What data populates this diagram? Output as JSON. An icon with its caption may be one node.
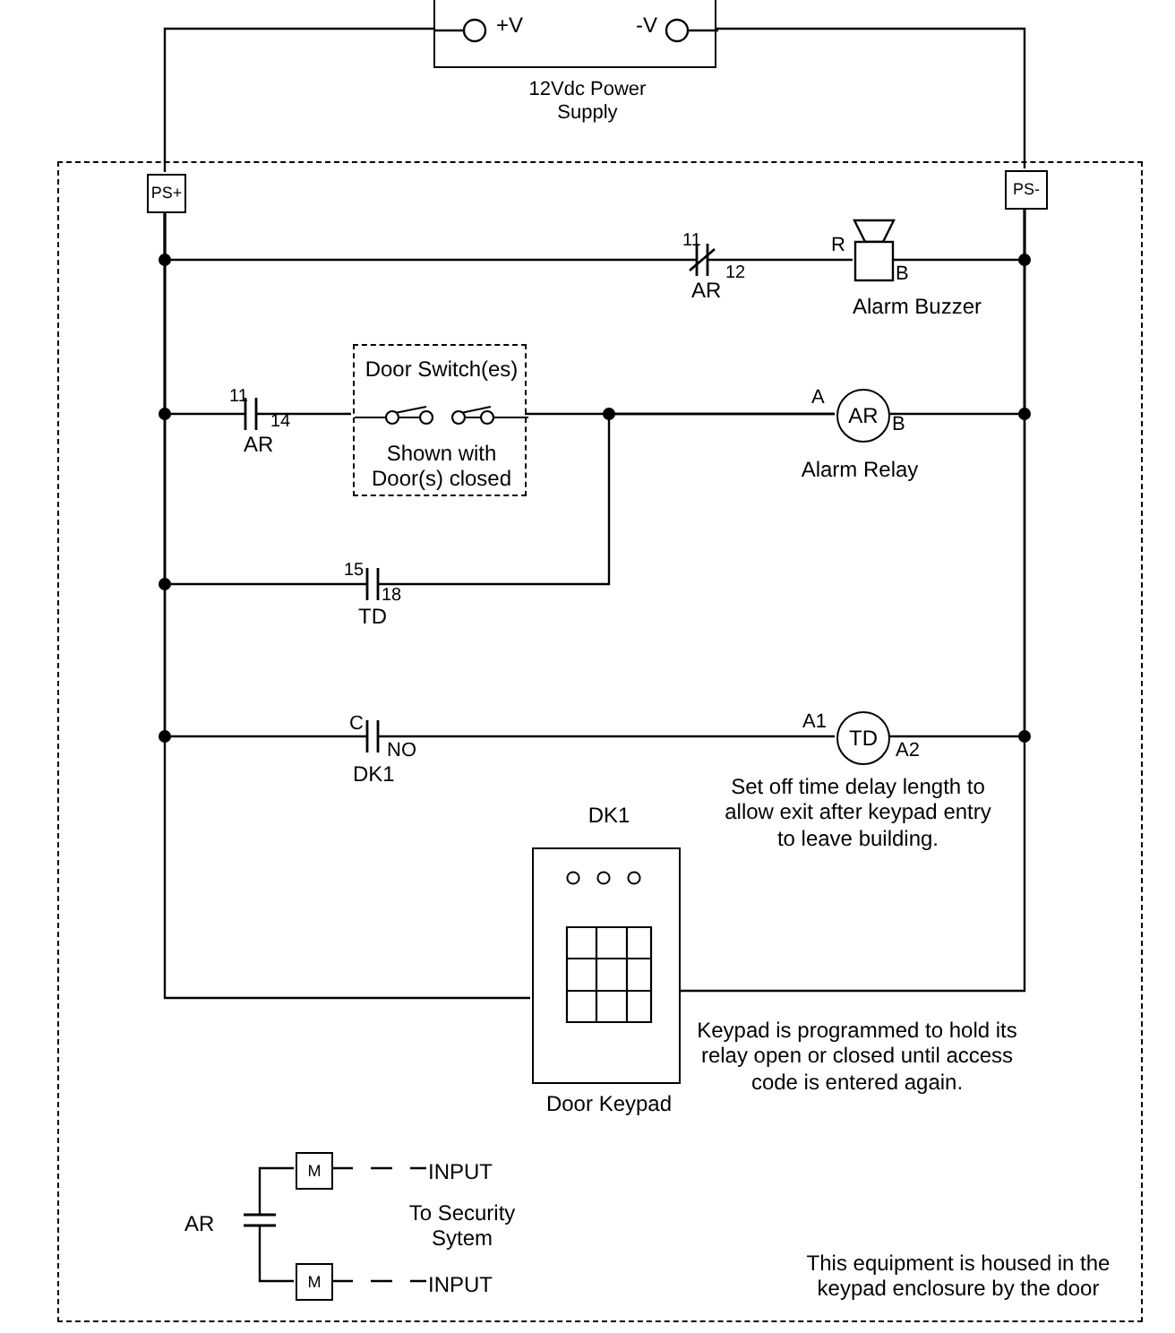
{
  "diagram": {
    "nodes": [
      {
        "text": [
          "+V",
          "-V"
        ],
        "beside": [
          "12Vdc Power Supply"
        ]
      },
      {
        "text": [],
        "shape": "box"
      },
      {
        "text": [
          "PS+"
        ],
        "in": 1
      },
      {
        "text": [
          "PS-"
        ],
        "in": 1
      },
      {
        "text": [],
        "shape": "box",
        "in": 1,
        "beside": [
          "Alarm Buzzer"
        ]
      },
      {
        "text": [
          "Door Switch(es)",
          "Shown with Door(s) closed"
        ],
        "in": 1
      },
      {
        "text": [
          "AR"
        ],
        "in": 1,
        "beside": [
          "Alarm Relay"
        ]
      },
      {
        "text": [
          "TD"
        ],
        "in": 1,
        "beside": [
          "Set off time delay length to allow exit after keypad entry to leave building."
        ]
      },
      {
        "text": [],
        "shape": "picture",
        "in": 1,
        "beside": [
          "DK1",
          "Door Keypad",
          "Keypad is programmed to hold its relay open or closed until access code is entered again."
        ]
      },
      {
        "text": [
          "M"
        ],
        "in": 1
      },
      {
        "text": [
          "M"
        ],
        "in": 1
      },
      {
        "text": [
          "INPUT"
        ],
        "in": 1
      },
      {
        "text": [
          "INPUT"
        ],
        "in": 1
      }
    ],
    "edges": [
      {
        "from": 0,
        "to": 2,
        "arrow": "none"
      },
      {
        "from": 0,
        "to": 3,
        "arrow": "none"
      },
      {
        "from": 2,
        "to": 4,
        "arrow": "none"
      },
      {
        "from": 4,
        "to": 3,
        "arrow": "none"
      },
      {
        "from": 2,
        "to": 5,
        "arrow": "none"
      },
      {
        "from": 5,
        "to": 6,
        "arrow": "none"
      },
      {
        "from": 2,
        "to": 6,
        "arrow": "none"
      },
      {
        "from": 6,
        "to": 3,
        "arrow": "none"
      },
      {
        "from": 2,
        "to": 7,
        "arrow": "none"
      },
      {
        "from": 7,
        "to": 3,
        "arrow": "none"
      },
      {
        "from": 2,
        "to": 8,
        "arrow": "none"
      },
      {
        "from": 8,
        "to": 3,
        "arrow": "none"
      },
      {
        "from": 9,
        "to": 10,
        "arrow": "none"
      },
      {
        "from": 9,
        "to": 11,
        "arrow": "none",
        "style": "dashed"
      },
      {
        "from": 10,
        "to": 12,
        "arrow": "none",
        "style": "dashed"
      }
    ],
    "labels": [
      "11",
      "12",
      "AR",
      "R",
      "B",
      "11",
      "14",
      "AR",
      "A",
      "B",
      "15",
      "18",
      "TD",
      "C",
      "NO",
      "DK1",
      "A1",
      "A2",
      "AR",
      "To Security Sytem",
      "This equipment is housed in the keypad enclosure by the door"
    ]
  }
}
